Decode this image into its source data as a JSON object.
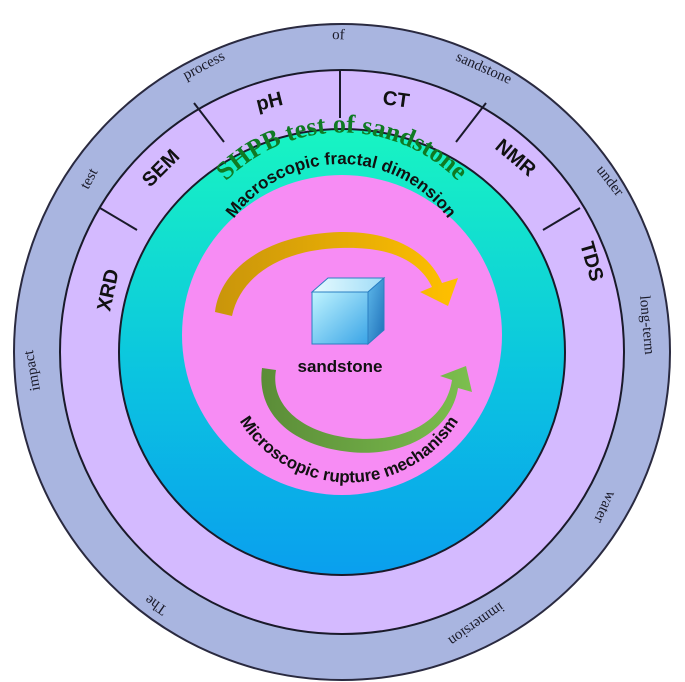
{
  "outer_ring": {
    "words": [
      "The",
      "impact",
      "test",
      "process",
      "of",
      "sandstone",
      "under",
      "long-term",
      "water",
      "immersion"
    ]
  },
  "segments": {
    "labels": [
      "XRD",
      "SEM",
      "pH",
      "CT",
      "NMR",
      "TDS"
    ]
  },
  "middle_ring": {
    "title": "SHPB test of sandstone"
  },
  "inner_circle": {
    "top_arc_text": "Macroscopic fractal dimension",
    "bottom_arc_text": "Microscopic rupture mechanism",
    "center_label": "sandstone"
  },
  "colors": {
    "outer_ring": "#a9b5e0",
    "segment_ring": "#d4baff",
    "middle_ring_top": "#13f2c8",
    "middle_ring_bottom": "#0aa6ee",
    "inner_circle": "#f78cf4",
    "top_arrow": "#f0b21a",
    "bottom_arrow": "#6ea64a",
    "title": "#0f7a23"
  },
  "icons": {
    "center": "cube-icon"
  }
}
